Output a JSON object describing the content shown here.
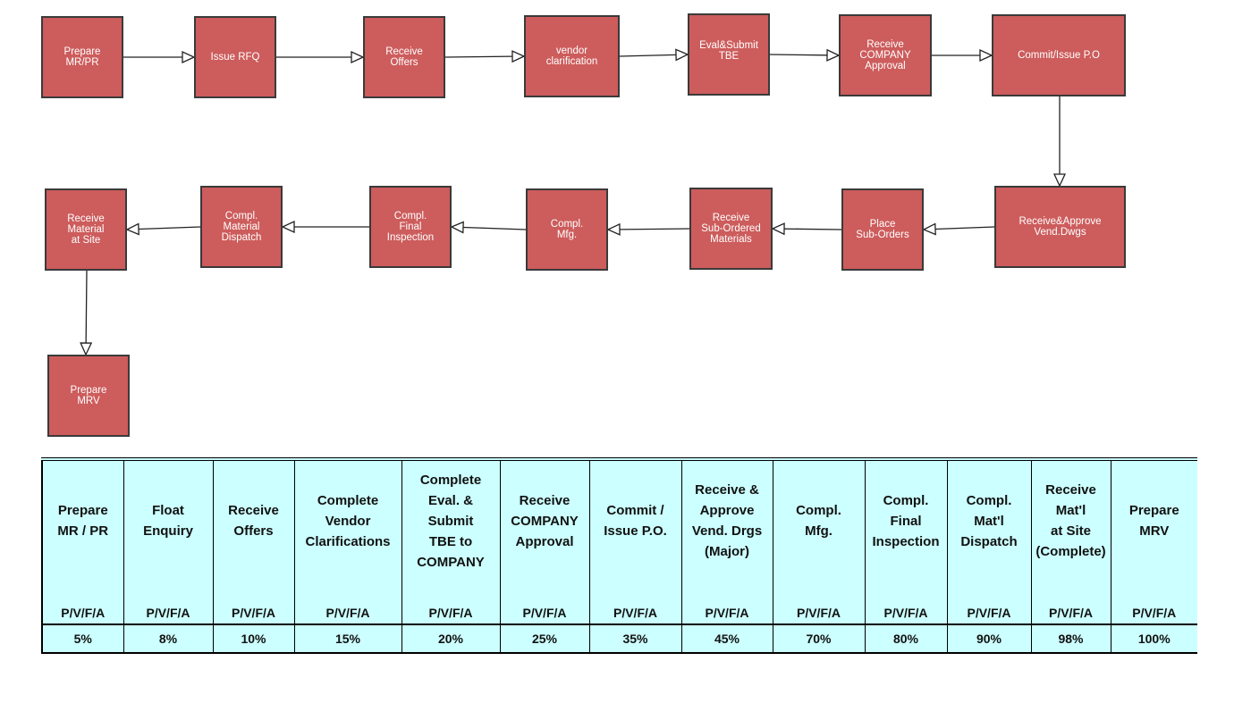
{
  "flow": {
    "boxes": [
      {
        "id": "b1",
        "label": "Prepare\nMR/PR"
      },
      {
        "id": "b2",
        "label": "Issue RFQ"
      },
      {
        "id": "b3",
        "label": "Receive\nOffers"
      },
      {
        "id": "b4",
        "label": "vendor\nclarification"
      },
      {
        "id": "b5",
        "label": "Eval&Submit\nTBE"
      },
      {
        "id": "b6",
        "label": "Receive\nCOMPANY\nApproval"
      },
      {
        "id": "b7",
        "label": "Commit/Issue P.O"
      },
      {
        "id": "b8",
        "label": "Receive&Approve\nVend.Dwgs"
      },
      {
        "id": "b9",
        "label": "Place\nSub-Orders"
      },
      {
        "id": "b10",
        "label": "Receive\nSub-Ordered\nMaterials"
      },
      {
        "id": "b11",
        "label": "Compl.\nMfg."
      },
      {
        "id": "b12",
        "label": "Compl.\nFinal\nInspection"
      },
      {
        "id": "b13",
        "label": "Compl.\nMaterial\nDispatch"
      },
      {
        "id": "b14",
        "label": "Receive\nMaterial\nat Site"
      },
      {
        "id": "b15",
        "label": "Prepare\nMRV"
      }
    ],
    "arrows": [
      {
        "from": "b1",
        "to": "b2"
      },
      {
        "from": "b2",
        "to": "b3"
      },
      {
        "from": "b3",
        "to": "b4"
      },
      {
        "from": "b4",
        "to": "b5"
      },
      {
        "from": "b5",
        "to": "b6"
      },
      {
        "from": "b6",
        "to": "b7"
      },
      {
        "from": "b7",
        "to": "b8"
      },
      {
        "from": "b8",
        "to": "b9"
      },
      {
        "from": "b9",
        "to": "b10"
      },
      {
        "from": "b10",
        "to": "b11"
      },
      {
        "from": "b11",
        "to": "b12"
      },
      {
        "from": "b12",
        "to": "b13"
      },
      {
        "from": "b13",
        "to": "b14"
      },
      {
        "from": "b14",
        "to": "b15"
      }
    ]
  },
  "milestones": [
    {
      "header": "Prepare\nMR / PR",
      "code": "P/V/F/A",
      "percent": "5%"
    },
    {
      "header": "Float\nEnquiry",
      "code": "P/V/F/A",
      "percent": "8%"
    },
    {
      "header": "Receive\nOffers",
      "code": "P/V/F/A",
      "percent": "10%"
    },
    {
      "header": "Complete\nVendor\nClarifications",
      "code": "P/V/F/A",
      "percent": "15%"
    },
    {
      "header": "Complete\nEval. & Submit\nTBE to\nCOMPANY",
      "code": "P/V/F/A",
      "percent": "20%"
    },
    {
      "header": "Receive\nCOMPANY\nApproval",
      "code": "P/V/F/A",
      "percent": "25%"
    },
    {
      "header": "Commit /\nIssue P.O.",
      "code": "P/V/F/A",
      "percent": "35%"
    },
    {
      "header": "Receive &\nApprove\nVend. Drgs\n(Major)",
      "code": "P/V/F/A",
      "percent": "45%"
    },
    {
      "header": "Compl.\nMfg.",
      "code": "P/V/F/A",
      "percent": "70%"
    },
    {
      "header": "Compl.\nFinal\nInspection",
      "code": "P/V/F/A",
      "percent": "80%"
    },
    {
      "header": "Compl.\nMat'l\nDispatch",
      "code": "P/V/F/A",
      "percent": "90%"
    },
    {
      "header": "Receive\nMat'l\nat Site\n(Complete)",
      "code": "P/V/F/A",
      "percent": "98%"
    },
    {
      "header": "Prepare\nMRV",
      "code": "P/V/F/A",
      "percent": "100%"
    }
  ],
  "colors": {
    "box_fill": "#cd5c5c",
    "box_border": "#3a3a3a",
    "table_fill": "#ccffff"
  }
}
